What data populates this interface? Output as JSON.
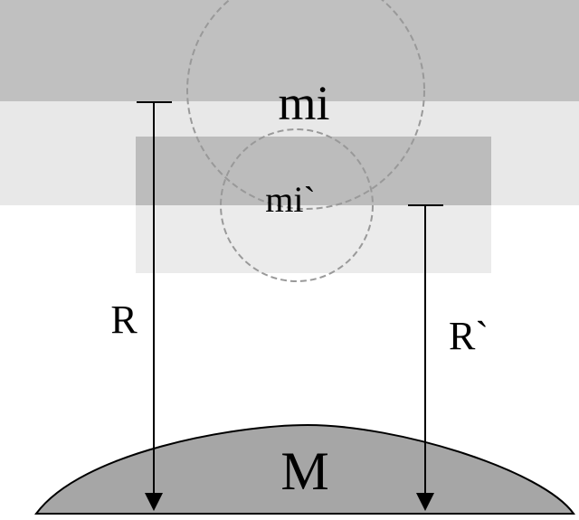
{
  "labels": {
    "mass_mi": "mi",
    "mass_mi_prime": "mi`",
    "radius_R": "R",
    "radius_R_prime": "R`",
    "mass_M": "M"
  },
  "colors": {
    "band_dark": "#c0c0c0",
    "band_light": "#e8e8e8",
    "rect_mid": "#bcbcbc",
    "rect_light": "#ebebeb",
    "ellipse_fill": "#a6a6a6",
    "dashed_circle": "#999999",
    "line": "#000000"
  }
}
